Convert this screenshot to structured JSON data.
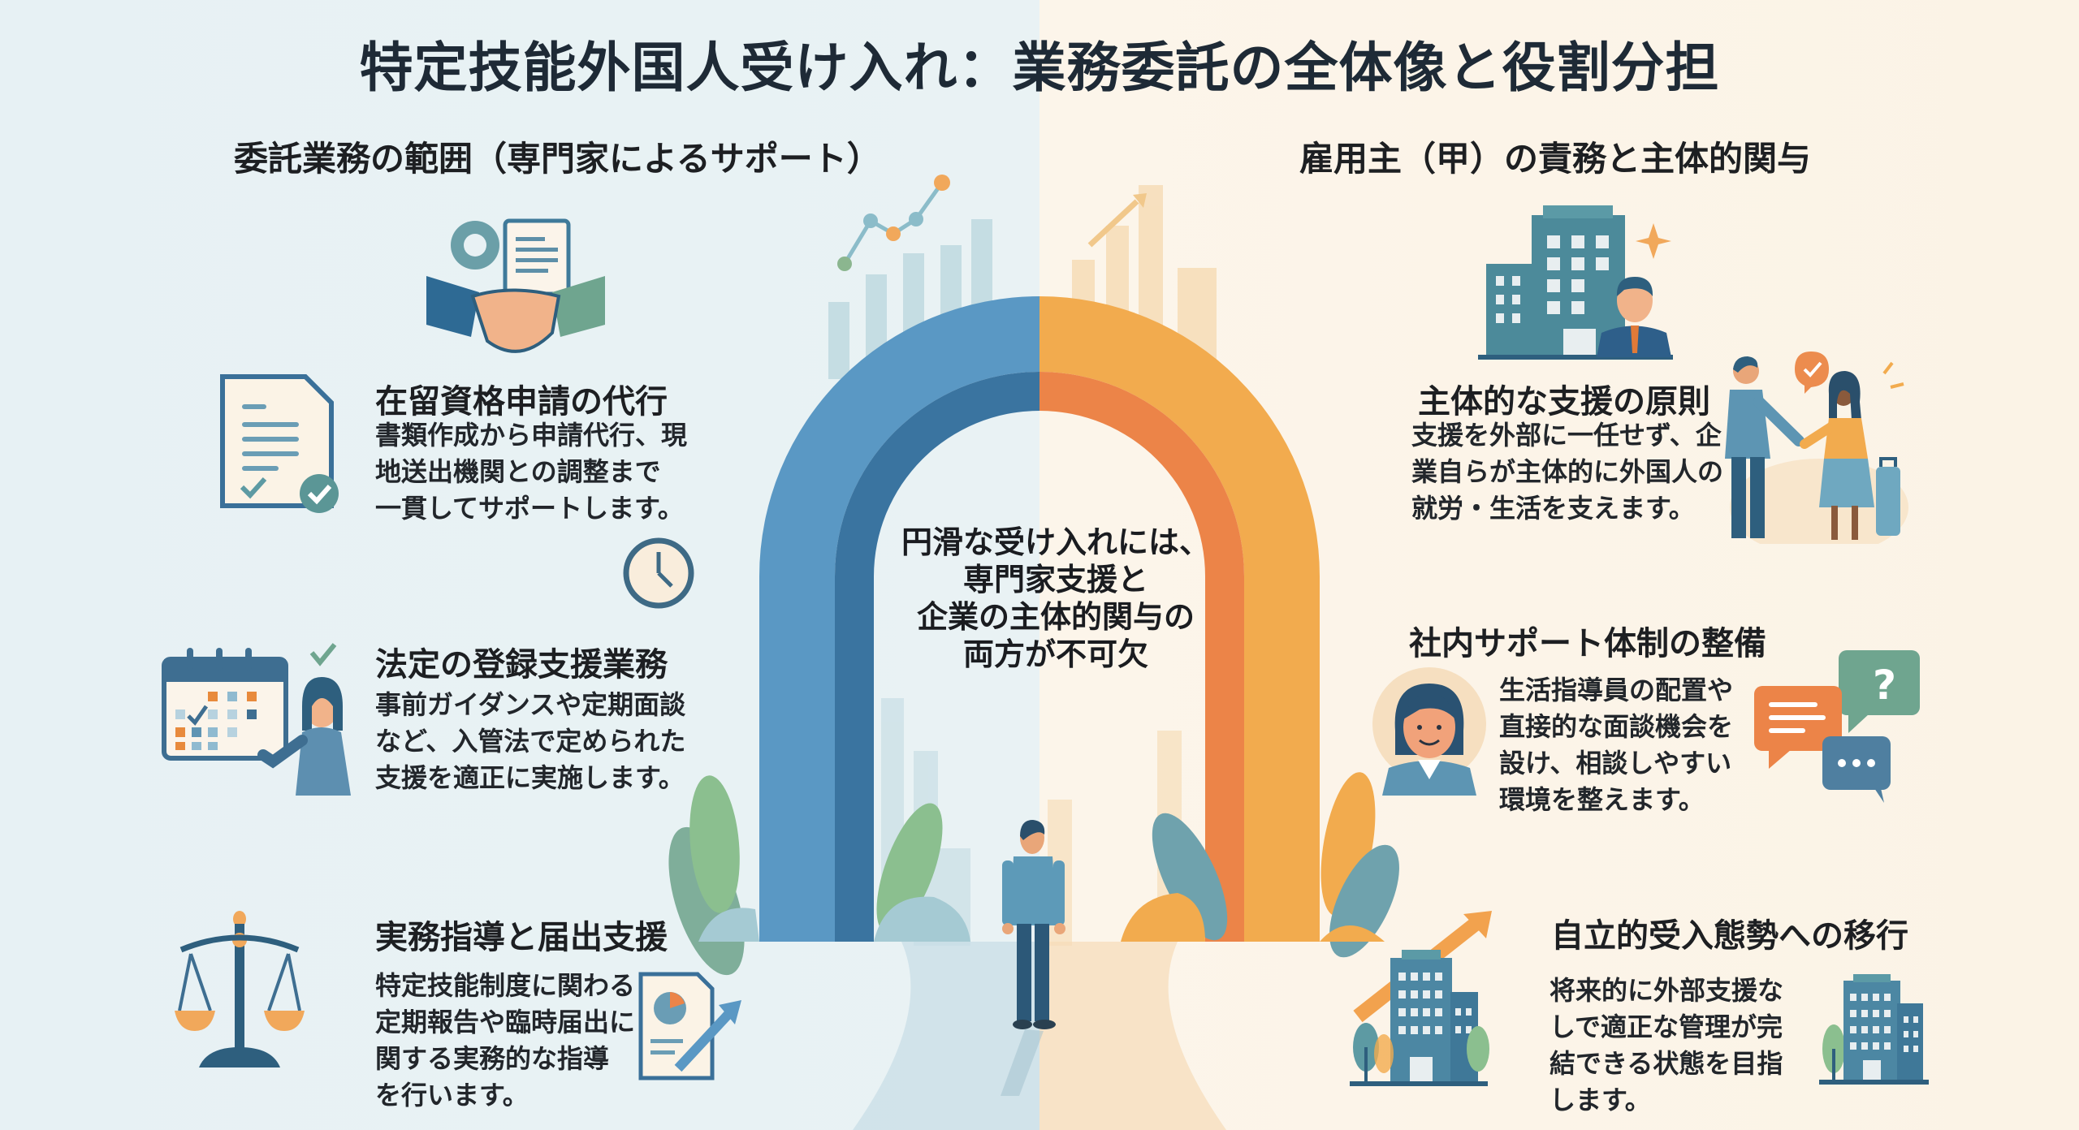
{
  "title": "特定技能外国人受け入れ：業務委託の全体像と役割分担",
  "colors": {
    "left_bg": "#e8f1f4",
    "right_bg": "#fcf5ea",
    "blue_outer": "#5a98c4",
    "blue_inner": "#3a74a0",
    "orange_outer": "#f2ab4e",
    "orange_inner": "#ec8448",
    "navy": "#2e5f7e",
    "teal": "#5d9aa3"
  },
  "left": {
    "heading": "委託業務の範囲（専門家によるサポート）",
    "items": [
      {
        "title": "在留資格申請の代行",
        "body": [
          "書類作成から申請代行、現",
          "地送出機関との調整まで",
          "一貫してサポートします。"
        ],
        "icon": "document-check-icon"
      },
      {
        "title": "法定の登録支援業務",
        "body": [
          "事前ガイダンスや定期面談",
          "など、入管法で定められた",
          "支援を適正に実施します。"
        ],
        "icon": "calendar-presenter-icon"
      },
      {
        "title": "実務指導と届出支援",
        "body": [
          "特定技能制度に関わる",
          "定期報告や臨時届出に",
          "関する実務的な指導",
          "を行います。"
        ],
        "icon": "scales-icon"
      }
    ]
  },
  "right": {
    "heading": "雇用主（甲）の責務と主体的関与",
    "items": [
      {
        "title": "主体的な支援の原則",
        "body": [
          "支援を外部に一任せず、企",
          "業自らが主体的に外国人の",
          "就労・生活を支えます。"
        ],
        "icon": "handshake-people-icon"
      },
      {
        "title": "社内サポート体制の整備",
        "body": [
          "生活指導員の配置や",
          "直接的な面談機会を",
          "設け、相談しやすい",
          "環境を整えます。"
        ],
        "icon": "support-staff-icon"
      },
      {
        "title": "自立的受入態勢への移行",
        "body": [
          "将来的に外部支援な",
          "しで適正な管理が完",
          "結できる状態を目指",
          "します。"
        ],
        "icon": "buildings-growth-icon"
      }
    ]
  },
  "center": {
    "message": [
      "円滑な受け入れには、",
      "専門家支援と",
      "企業の主体的関与の",
      "両方が不可欠"
    ]
  }
}
